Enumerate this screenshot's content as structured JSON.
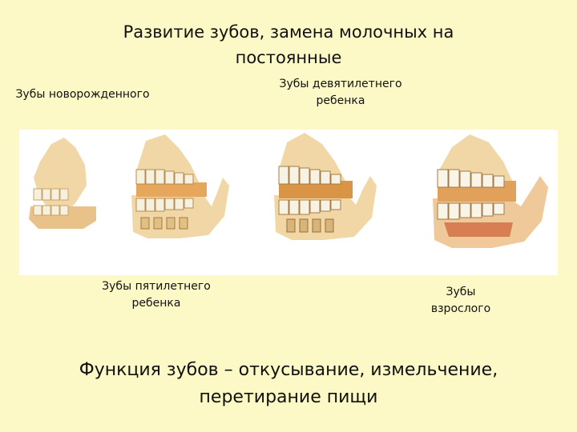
{
  "title": "Развитие зубов, замена молочных на постоянные",
  "labels": {
    "newborn": "Зубы новорожденного",
    "nine_year": "Зубы девятилетнего ребенка",
    "five_year": "Зубы пятилетнего ребенка",
    "adult": "Зубы взрослого"
  },
  "footer": "Функция зубов – откусывание, измельчение, перетирание  пищи",
  "colors": {
    "background": "#FCF9C6",
    "bone": "#F1D7A6",
    "tooth": "#F6F1DE",
    "gum": "#E6A65C"
  }
}
